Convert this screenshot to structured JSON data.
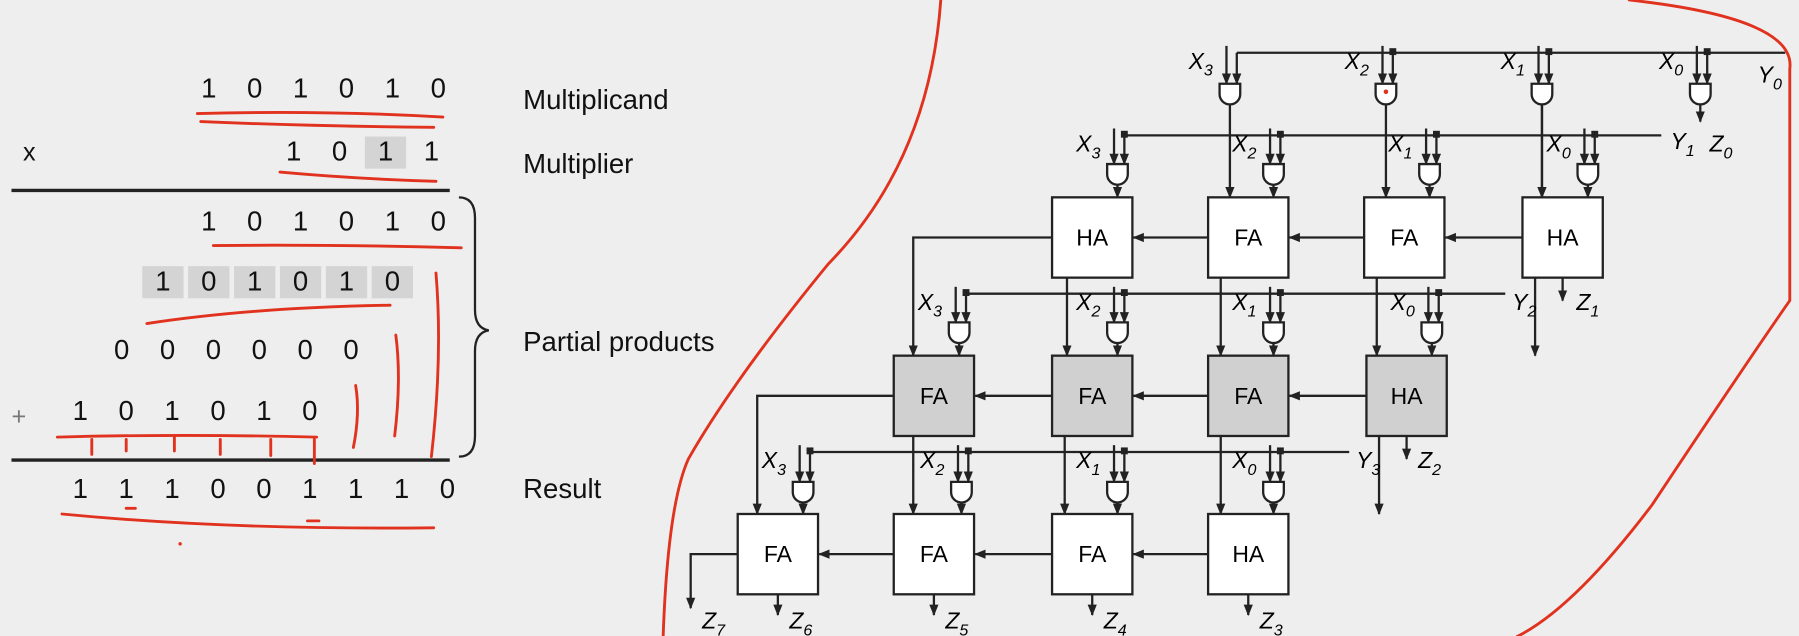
{
  "multiplication": {
    "multiplicand": [
      "1",
      "0",
      "1",
      "0",
      "1",
      "0"
    ],
    "multiplier": [
      "1",
      "0",
      "1",
      "1"
    ],
    "partial_products": [
      [
        "1",
        "0",
        "1",
        "0",
        "1",
        "0"
      ],
      [
        "1",
        "0",
        "1",
        "0",
        "1",
        "0"
      ],
      [
        "0",
        "0",
        "0",
        "0",
        "0",
        "0"
      ],
      [
        "1",
        "0",
        "1",
        "0",
        "1",
        "0"
      ]
    ],
    "result": [
      "1",
      "1",
      "1",
      "0",
      "0",
      "1",
      "1",
      "1",
      "0"
    ],
    "times_symbol": "x",
    "plus_symbol": "+",
    "labels": {
      "multiplicand": "Multiplicand",
      "multiplier": "Multiplier",
      "partial_products": "Partial products",
      "result": "Result"
    }
  },
  "circuit": {
    "rows": [
      [
        "HA",
        "FA",
        "FA",
        "HA"
      ],
      [
        "FA",
        "FA",
        "FA",
        "HA"
      ],
      [
        "FA",
        "FA",
        "FA",
        "HA"
      ]
    ],
    "x_inputs": [
      "X3",
      "X2",
      "X1",
      "X0"
    ],
    "y_inputs": [
      "Y0",
      "Y1",
      "Y2",
      "Y3"
    ],
    "outputs": [
      "Z0",
      "Z1",
      "Z2",
      "Z3",
      "Z4",
      "Z5",
      "Z6",
      "Z7"
    ]
  },
  "colors": {
    "annotation": "#e0321e",
    "shaded_cell": "#d0d0d0",
    "background": "#eeeeee"
  }
}
